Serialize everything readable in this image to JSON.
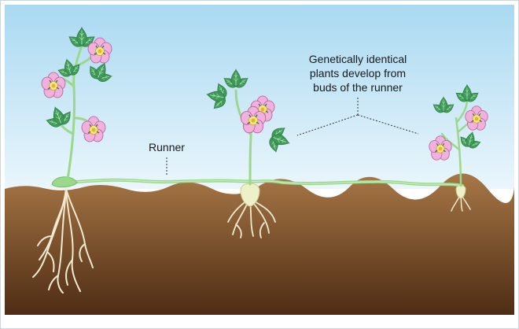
{
  "diagram": {
    "labels": {
      "runner": "Runner",
      "buds_line1": "Genetically identical",
      "buds_line2": "plants develop from",
      "buds_line3": "buds of the runner"
    },
    "colors": {
      "sky_top": "#a9d9f1",
      "sky_bottom": "#eaf6fc",
      "soil_top": "#a77746",
      "soil_bottom": "#4e2c14",
      "stem": "#9ad88a",
      "leaf": "#3e9a57",
      "leaf_vein": "#b8ecc4",
      "petal": "#f0b2dc",
      "petal_edge": "#b65aa0",
      "flower_center": "#f7e77a",
      "root": "#f3ead2",
      "frame": "#cfd4d8"
    },
    "icons": [
      "strawberry-plant",
      "flower",
      "leaf",
      "roots",
      "runner-stolon"
    ]
  }
}
